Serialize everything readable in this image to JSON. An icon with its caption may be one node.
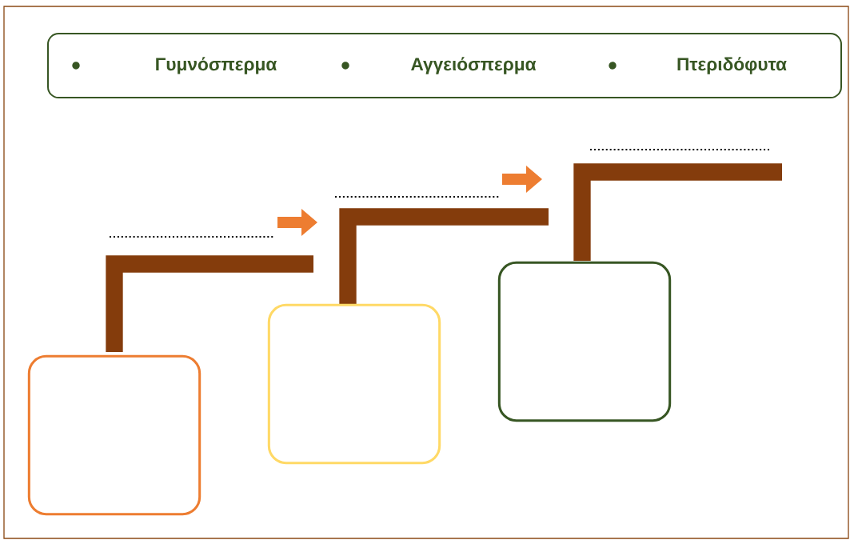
{
  "diagram": {
    "nodes": [
      {
        "text": [
          "Γυμνόσπερμα",
          "Αγγειόσπερμα",
          "Πτεριδόφυτα"
        ]
      },
      {
        "text": [],
        "shape": "box"
      },
      {
        "text": [],
        "shape": "box"
      },
      {
        "text": [],
        "shape": "box"
      }
    ]
  }
}
